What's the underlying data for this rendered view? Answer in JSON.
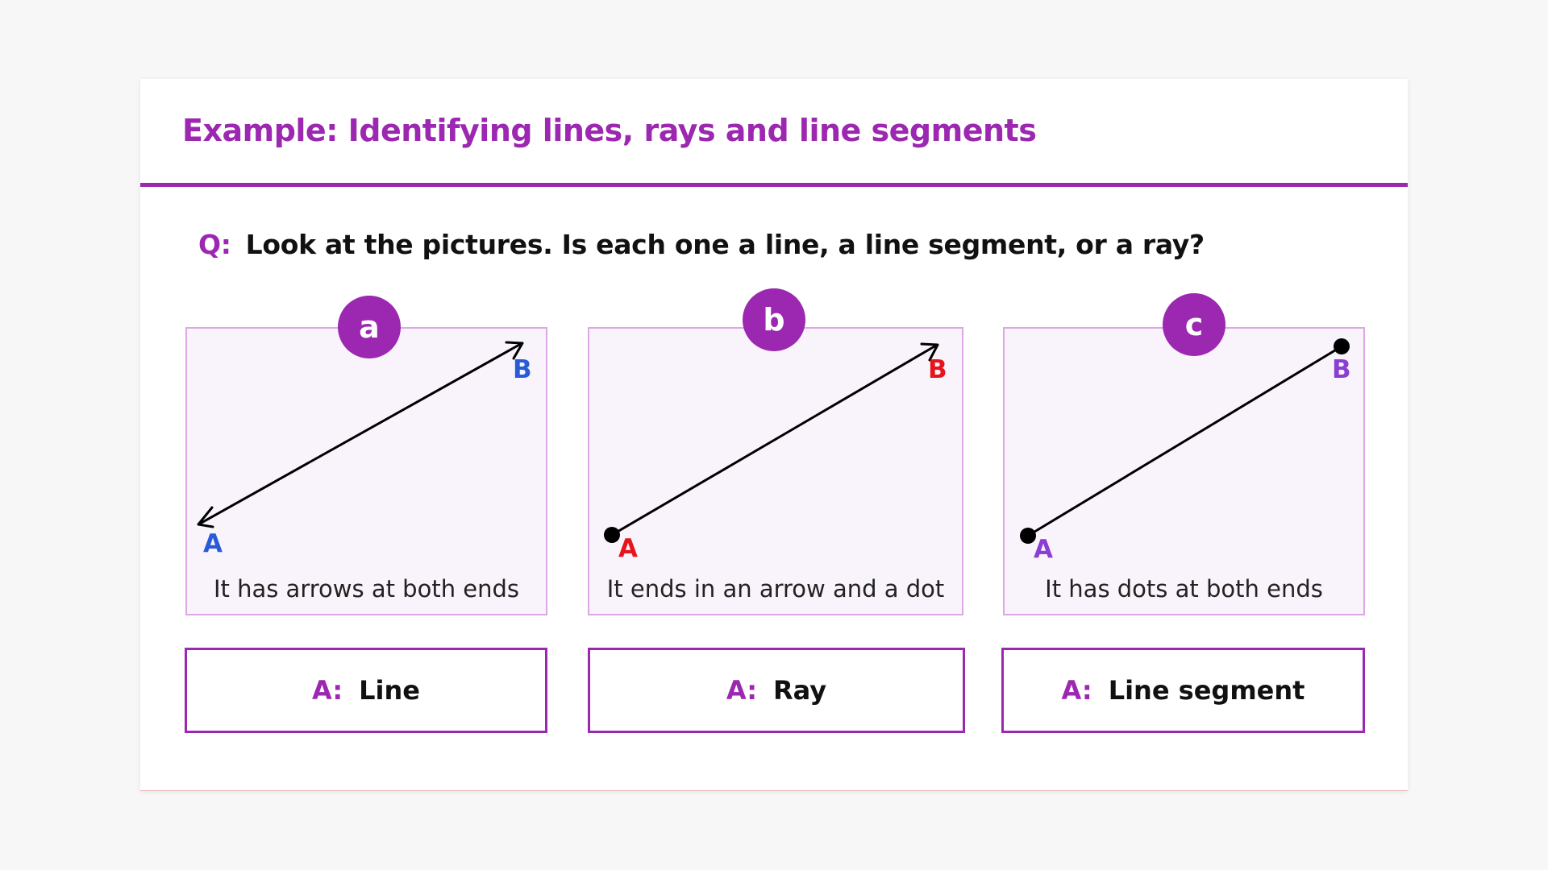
{
  "title": "Example: Identifying lines, rays and line segments",
  "question": {
    "prefix": "Q:",
    "text": "Look at the pictures. Is each one a line, a line segment, or a ray?"
  },
  "panels": [
    {
      "badge": "a",
      "label_a": "A",
      "label_b": "B",
      "description": "It has arrows at both ends",
      "label_color": "#2a5bd7"
    },
    {
      "badge": "b",
      "label_a": "A",
      "label_b": "B",
      "description": "It ends in an arrow and a dot",
      "label_color": "#e8141b"
    },
    {
      "badge": "c",
      "label_a": "A",
      "label_b": "B",
      "description": "It has dots at both ends",
      "label_color": "#8a3fd1"
    }
  ],
  "answers": [
    {
      "prefix": "A:",
      "text": "Line"
    },
    {
      "prefix": "A:",
      "text": "Ray"
    },
    {
      "prefix": "A:",
      "text": "Line segment"
    }
  ],
  "colors": {
    "accent": "#9c27b0",
    "panel_bg": "#f9f4fb",
    "panel_border": "#dba8e4"
  }
}
